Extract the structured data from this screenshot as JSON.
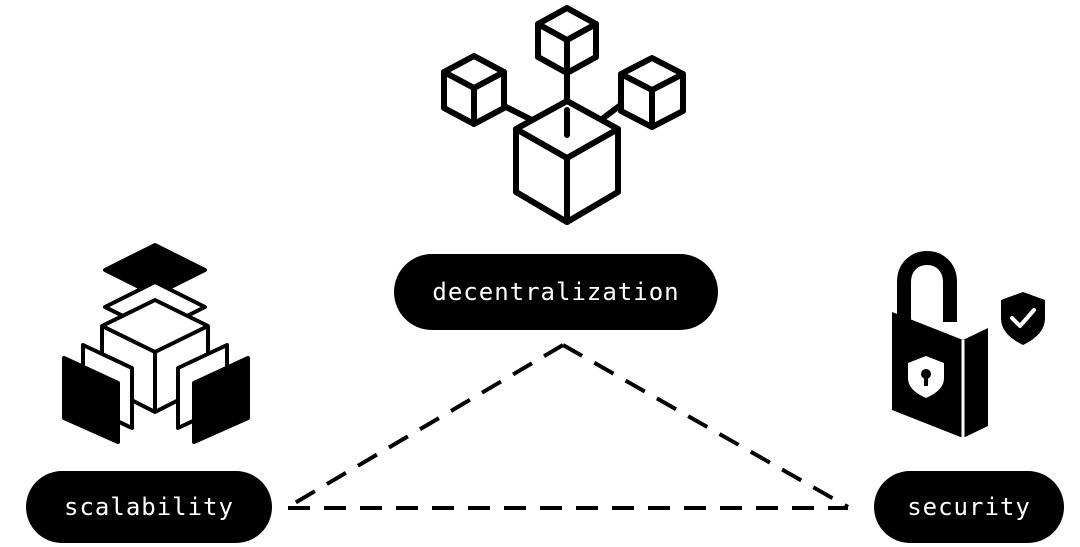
{
  "diagram": {
    "nodes": [
      {
        "id": "decentralization",
        "label": "decentralization",
        "icon": "network-cubes-icon"
      },
      {
        "id": "scalability",
        "label": "scalability",
        "icon": "stacked-layers-cube-icon"
      },
      {
        "id": "security",
        "label": "security",
        "icon": "padlock-shield-icon"
      }
    ],
    "edges": [
      {
        "from": "decentralization",
        "to": "scalability",
        "style": "dashed"
      },
      {
        "from": "decentralization",
        "to": "security",
        "style": "dashed"
      },
      {
        "from": "scalability",
        "to": "security",
        "style": "dashed"
      }
    ],
    "colors": {
      "background": "#ffffff",
      "ink": "#000000",
      "label_text": "#ffffff"
    }
  }
}
